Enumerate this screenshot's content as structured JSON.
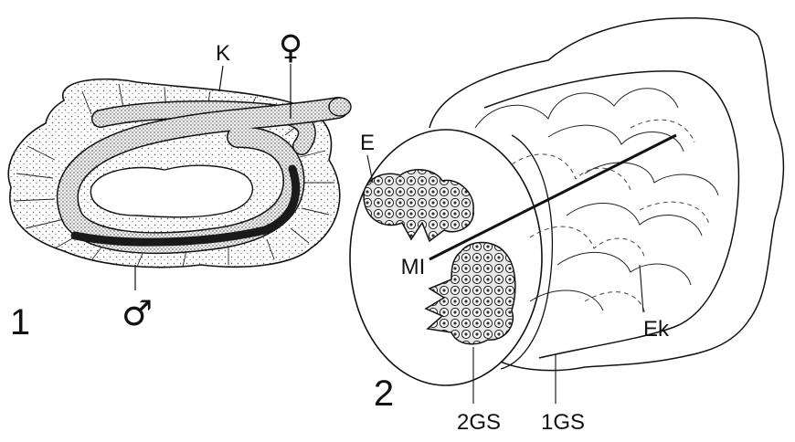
{
  "figure_1": {
    "number": "1",
    "labels": {
      "k": "K",
      "female": "♀",
      "male": "♂"
    }
  },
  "figure_2": {
    "number": "2",
    "labels": {
      "e": "E",
      "mi": "MI",
      "ek": "Ek",
      "gs2": "2GS",
      "gs1": "1GS"
    }
  },
  "colors": {
    "ink": "#111111",
    "paper": "#ffffff",
    "stipple": "#555555"
  }
}
